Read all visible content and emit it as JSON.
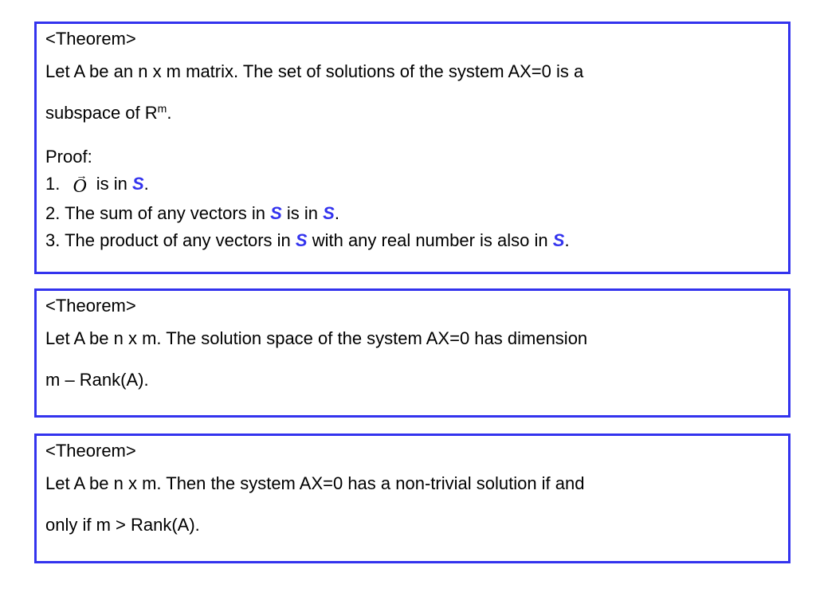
{
  "theorem1": {
    "heading": "<Theorem>",
    "statement_line1": "Let A be an n x m matrix. The set of solutions of the system AX=0 is a",
    "statement_line2": "subspace of R",
    "statement_sup": "m",
    "statement_end": ".",
    "proof_label": "Proof:",
    "item1_prefix": "1.",
    "item1_vector": "O",
    "item1_mid": "is in",
    "set_symbol": "S",
    "item2_prefix": "2. The sum of any vectors in",
    "item2_mid": "is in",
    "item3_prefix": "3. The product of any vectors in",
    "item3_mid": "with any real number is also in",
    "period": "."
  },
  "theorem2": {
    "heading": "<Theorem>",
    "line1": "Let A be n x m. The solution space of the system AX=0 has dimension",
    "line2": "m – Rank(A)."
  },
  "theorem3": {
    "heading": "<Theorem>",
    "line1": "Let A be n x m. Then the system AX=0 has a non-trivial solution if and",
    "line2": "only if m > Rank(A)."
  },
  "colors": {
    "border": "#3333ee",
    "set_symbol": "#3333ee"
  }
}
